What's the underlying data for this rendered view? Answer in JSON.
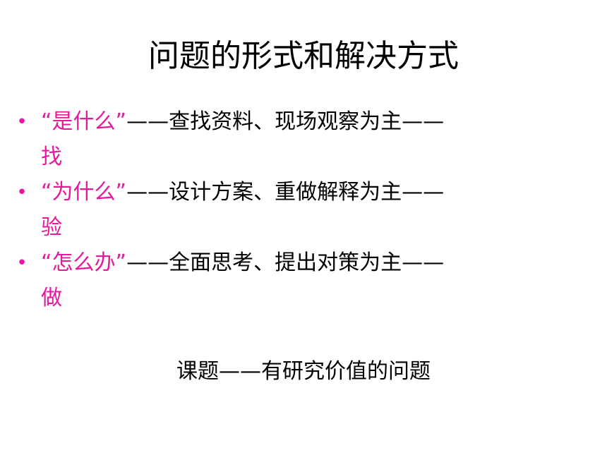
{
  "slide": {
    "title": "问题的形式和解决方式",
    "bullet_symbol": "•",
    "colors": {
      "accent": "#e8189c",
      "text": "#000000",
      "background": "#ffffff"
    },
    "bullets": [
      {
        "question": "“是什么”",
        "method": "——查找资料、现场观察为主——",
        "key": "找"
      },
      {
        "question": " “为什么”",
        "method": "——设计方案、重做解释为主——",
        "key": "验"
      },
      {
        "question": " “怎么办”",
        "method": "——全面思考、提出对策为主——",
        "key": "做"
      }
    ],
    "footer": "课题——有研究价值的问题"
  }
}
